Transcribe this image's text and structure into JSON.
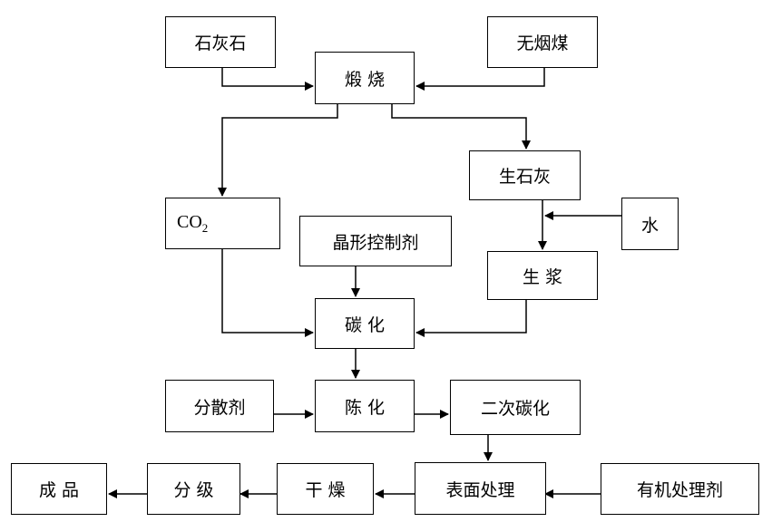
{
  "nodes": {
    "limestone": "石灰石",
    "anthracite": "无烟煤",
    "calcination": "煅 烧",
    "quicklime": "生石灰",
    "water": "水",
    "co2": "CO",
    "co2_sub": "2",
    "crystal_control_agent": "晶形控制剂",
    "raw_slurry": "生 浆",
    "carbonation": "碳 化",
    "dispersant": "分散剂",
    "aging": "陈 化",
    "secondary_carbonation": "二次碳化",
    "product": "成 品",
    "classification": "分 级",
    "drying": "干 燥",
    "surface_treatment": "表面处理",
    "organic_treatment_agent": "有机处理剂"
  },
  "colors": {
    "line": "#000000",
    "background": "#ffffff"
  }
}
